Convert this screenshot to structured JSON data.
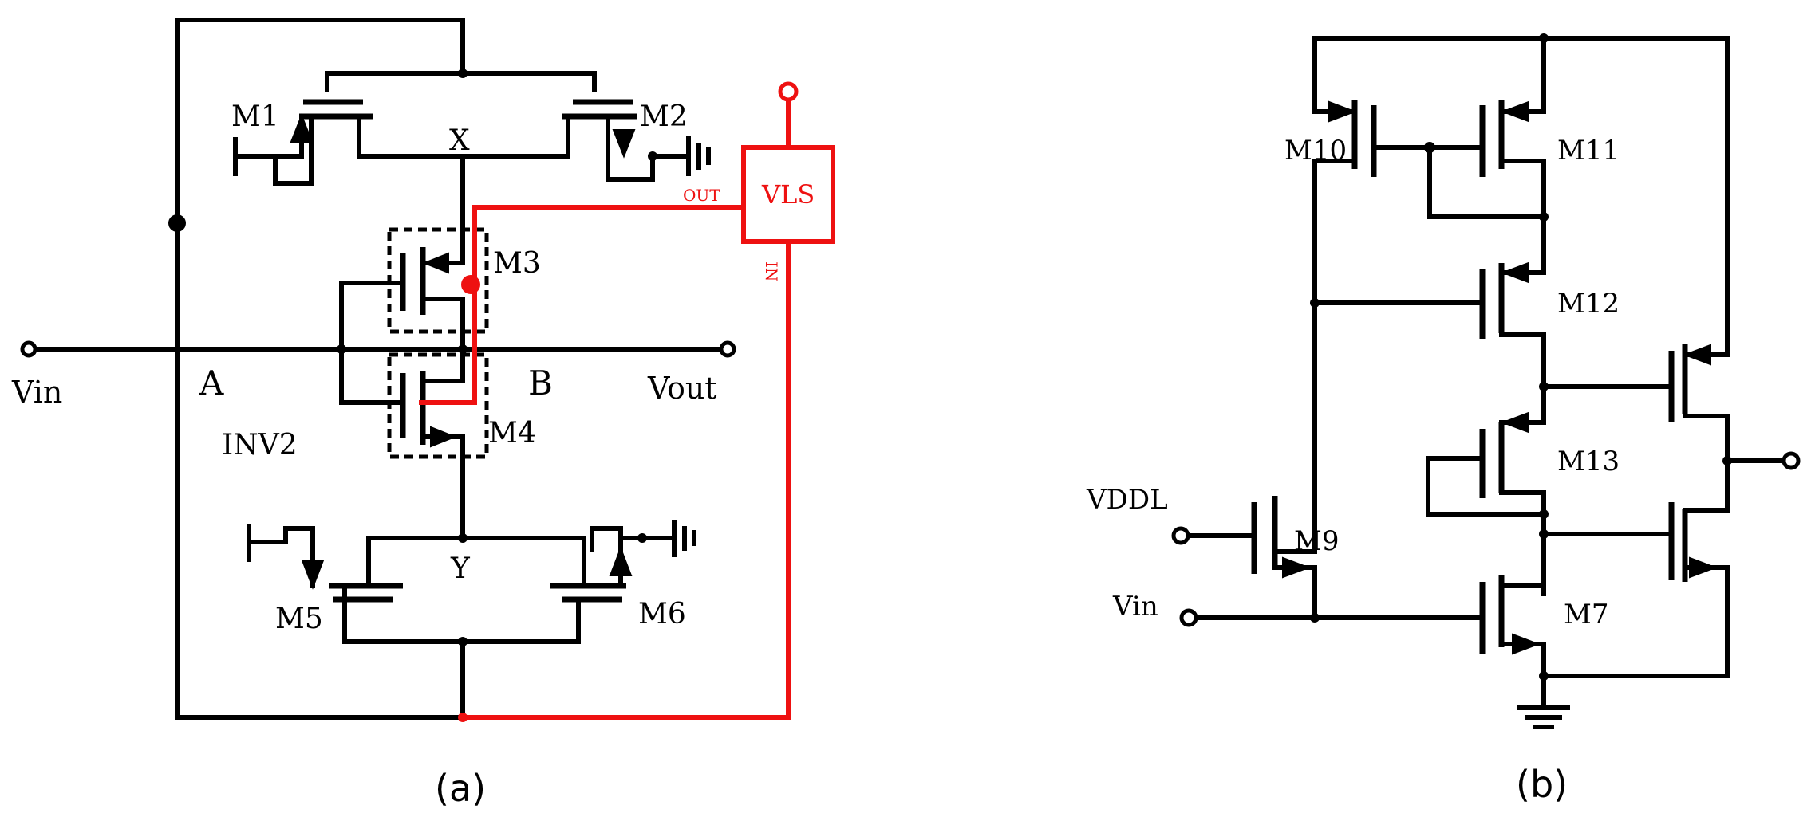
{
  "figure_a": {
    "labels": {
      "m1": "M1",
      "m2": "M2",
      "m3": "M3",
      "m4": "M4",
      "m5": "M5",
      "m6": "M6",
      "x": "X",
      "y": "Y",
      "a": "A",
      "b": "B",
      "vin": "Vin",
      "vout": "Vout",
      "inv2": "INV2"
    },
    "vls": {
      "label": "VLS",
      "out": "OUT",
      "in": "IN",
      "color": "#ee1111"
    },
    "caption": "(a)"
  },
  "figure_b": {
    "labels": {
      "m7": "M7",
      "m9": "M9",
      "m10": "M10",
      "m11": "M11",
      "m12": "M12",
      "m13": "M13",
      "vddl": "VDDL",
      "vin": "Vin"
    },
    "caption": "(b)"
  }
}
